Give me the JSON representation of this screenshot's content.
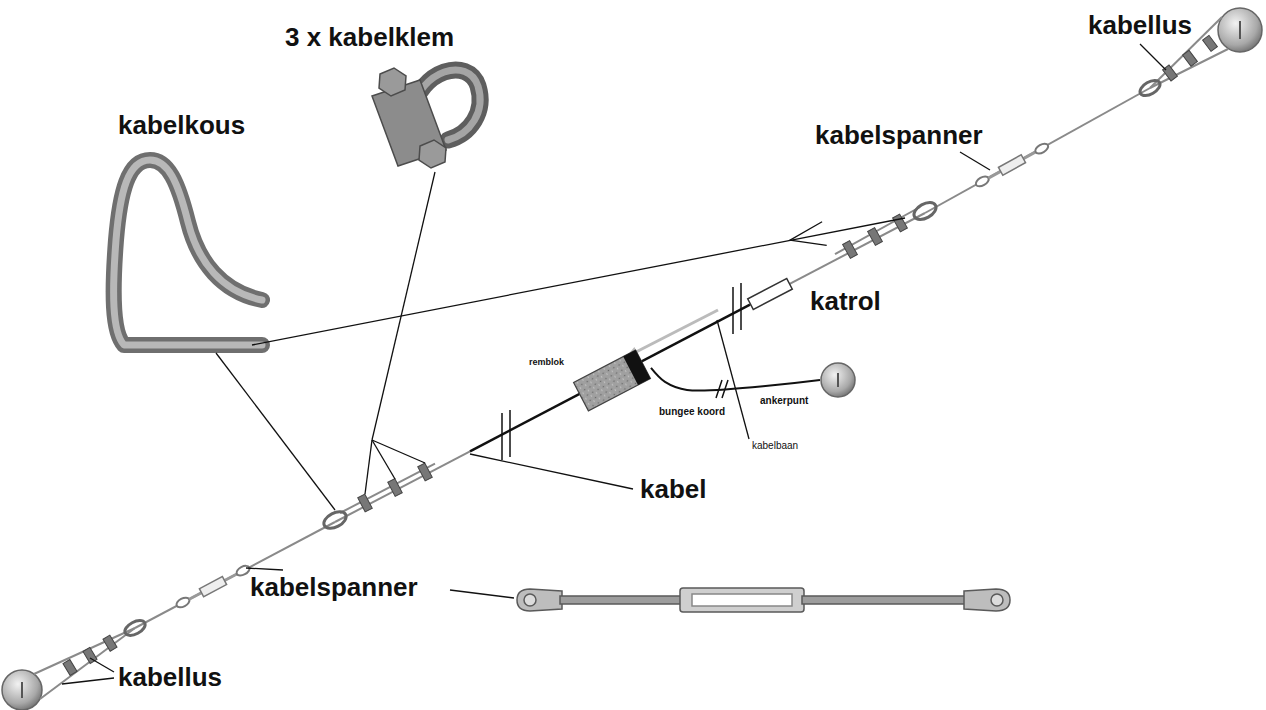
{
  "diagram": {
    "nodes": [
      {
        "text": [
          "remblok"
        ]
      },
      {
        "text": [
          "ankerpunt"
        ]
      }
    ],
    "edges": [
      {
        "from": 0,
        "to": 1,
        "arrow": "none",
        "label": "bungee koord"
      }
    ],
    "labels": [
      "kabellus",
      "kabelspanner",
      "3 x kabelklem",
      "kabelkous",
      "katrol",
      "kabelbaan",
      "kabel",
      "kabelspanner",
      "kabellus"
    ]
  }
}
